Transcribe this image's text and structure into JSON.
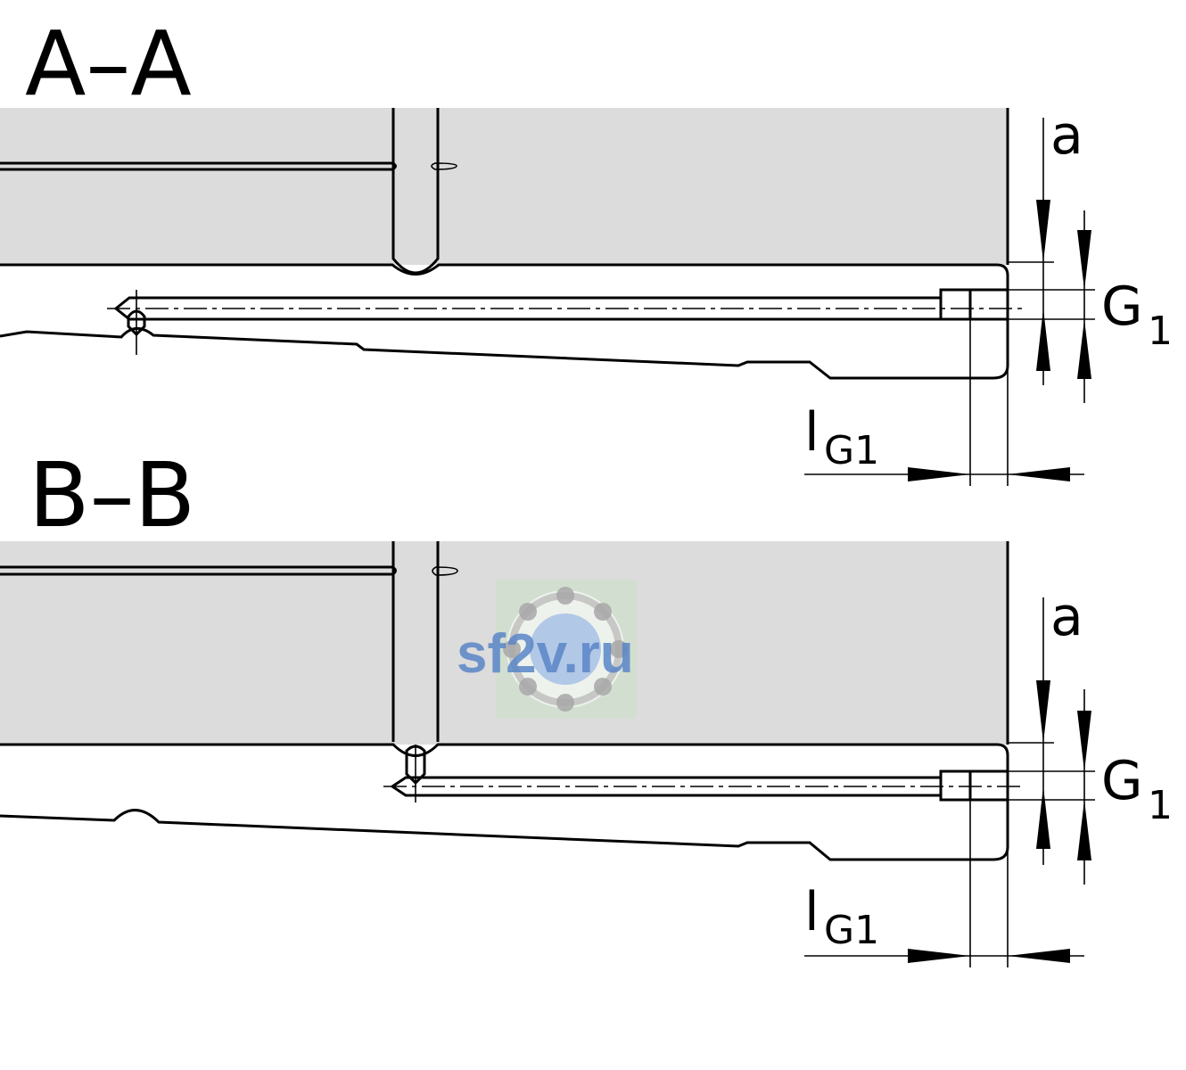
{
  "sections": [
    {
      "title": "A–A",
      "labels": {
        "a": "a",
        "g": "G",
        "g_sub": "1",
        "l": "l",
        "l_sub": "G1"
      }
    },
    {
      "title": "B–B",
      "labels": {
        "a": "a",
        "g": "G",
        "g_sub": "1",
        "l": "l",
        "l_sub": "G1"
      }
    }
  ],
  "watermark": {
    "text": "sf2v.ru"
  },
  "colors": {
    "housing_gray": "#dcdcdc",
    "rail_teal": "#a5c8c8",
    "bore_gray": "#d2d2d2",
    "line": "#000000",
    "watermark": "#5a86c8"
  }
}
